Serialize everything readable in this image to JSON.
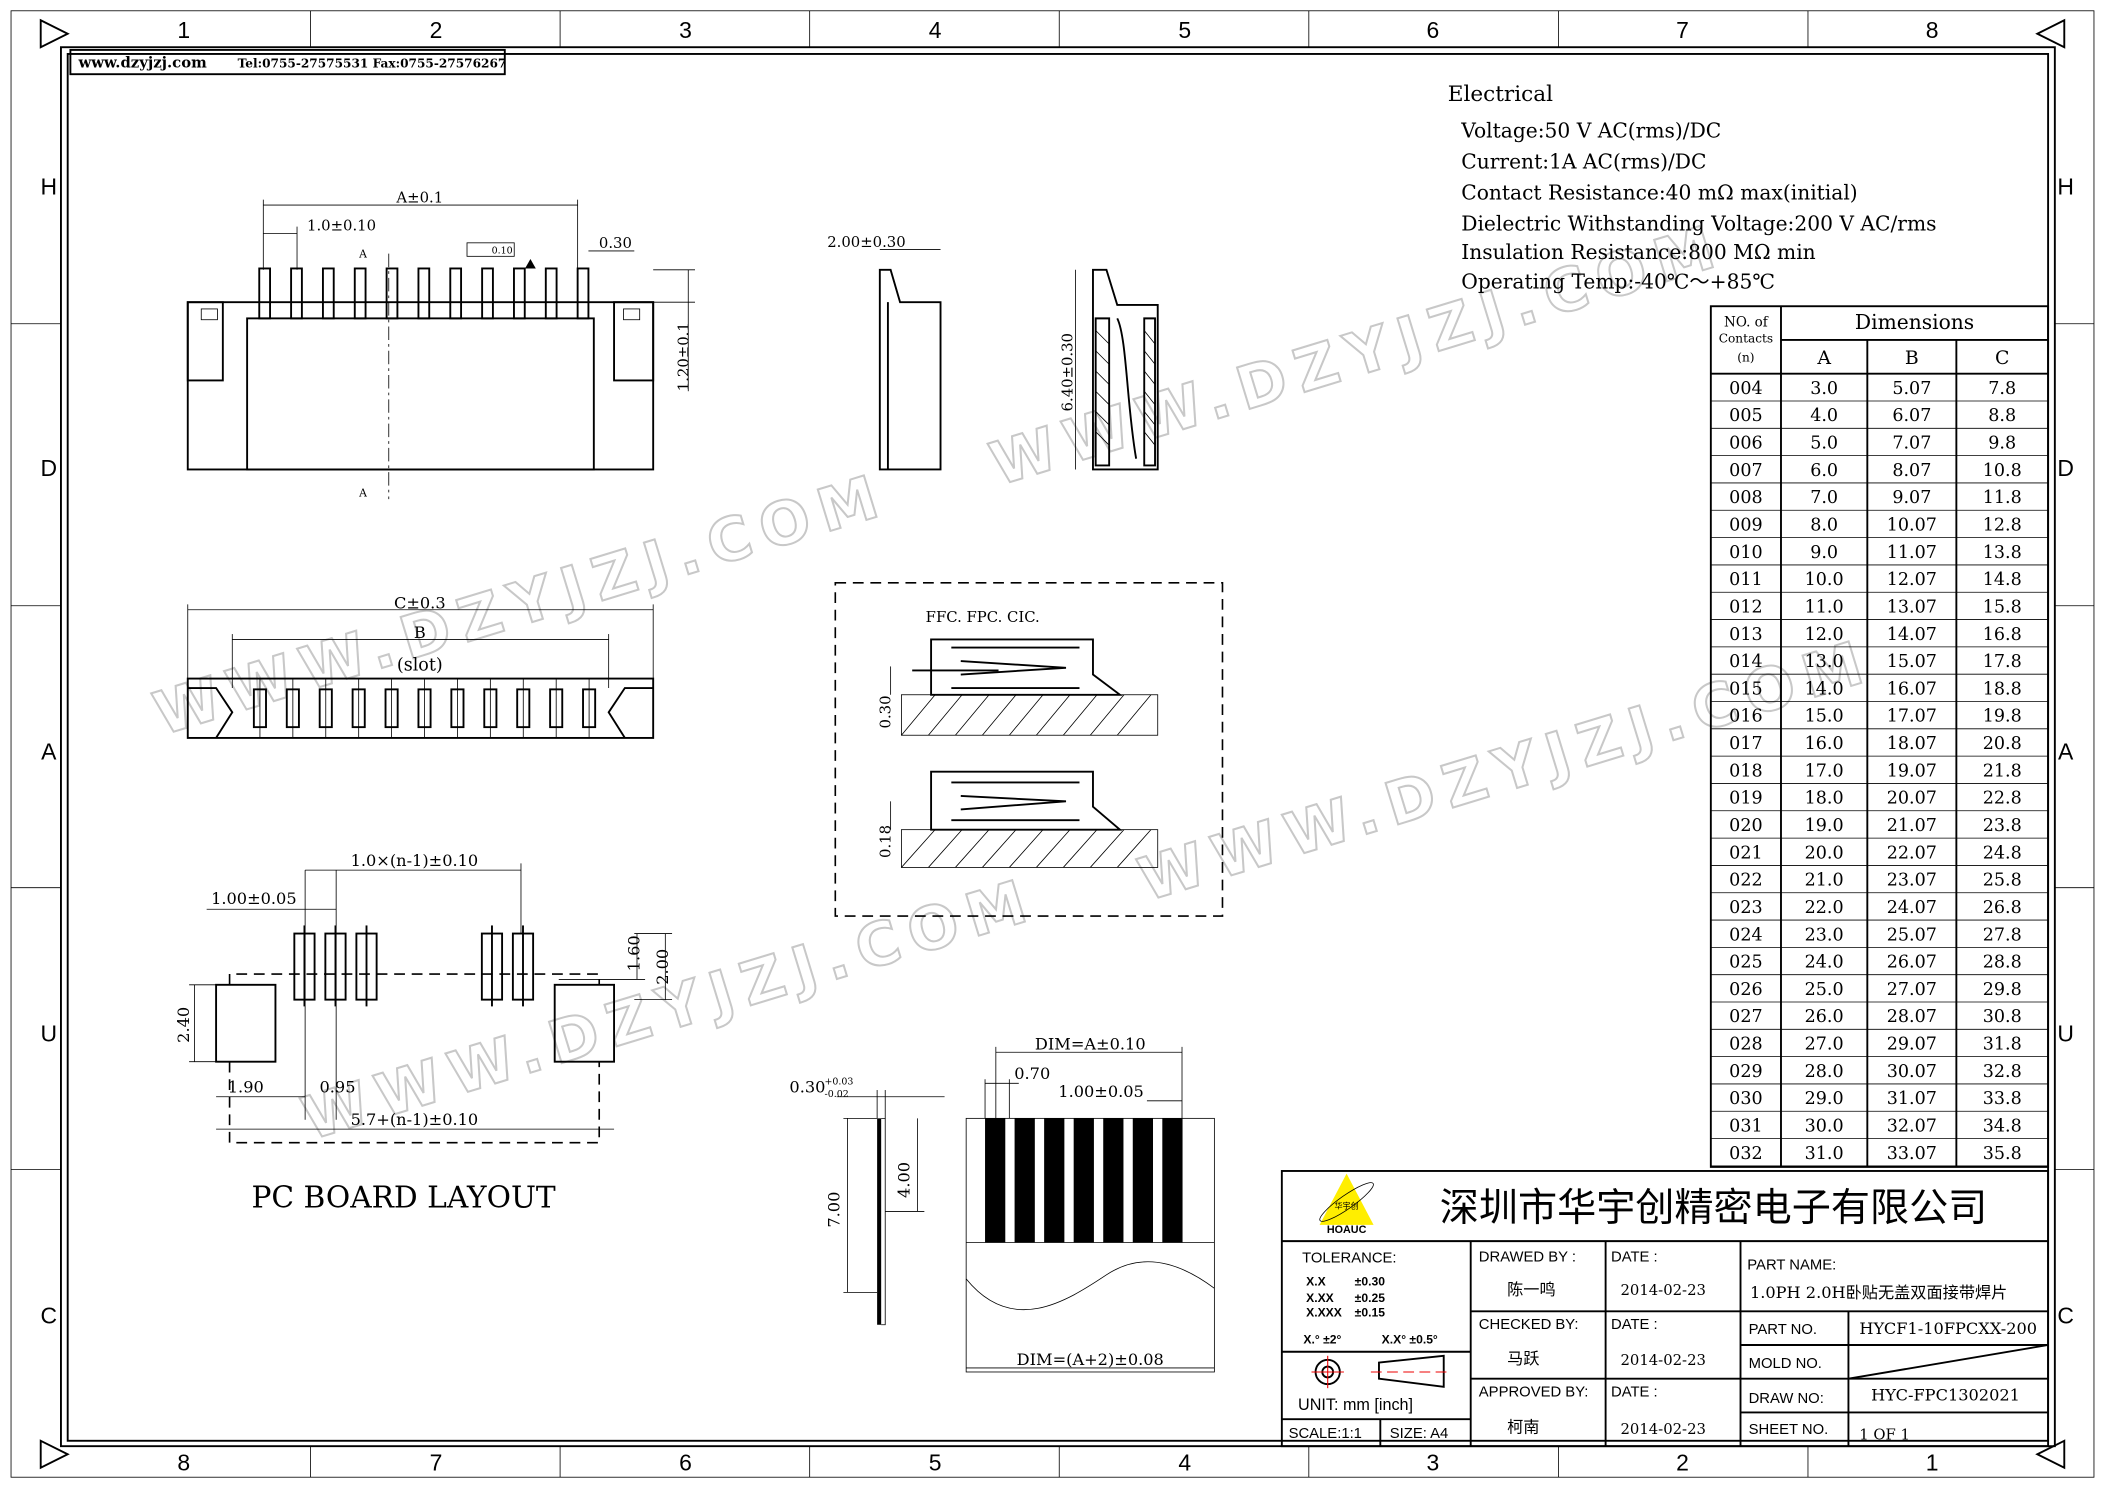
{
  "header": {
    "site": "www.dzyjzj.com",
    "contact": "Tel:0755-27575531  Fax:0755-27576267"
  },
  "grid": {
    "top_numbers": [
      "1",
      "2",
      "3",
      "4",
      "5",
      "6",
      "7",
      "8"
    ],
    "bottom_numbers": [
      "8",
      "7",
      "6",
      "5",
      "4",
      "3",
      "2",
      "1"
    ],
    "side_letters": [
      "H",
      "D",
      "A",
      "U",
      "C"
    ]
  },
  "watermark": "WWW.DZYJZJ.COM",
  "electrical": {
    "title": "Electrical",
    "lines": [
      "Voltage:50 V AC(rms)/DC",
      "Current:1A AC(rms)/DC",
      "Contact Resistance:40 mΩ  max(initial)",
      "Dielectric Withstanding Voltage:200 V AC/rms",
      "Insulation Resistance:800 MΩ  min",
      "Operating Temp:-40℃～+85℃"
    ]
  },
  "dimensions_table": {
    "header_no": [
      "NO. of",
      "Contacts",
      "(n)"
    ],
    "header_group": "Dimensions",
    "columns": [
      "A",
      "B",
      "C"
    ],
    "rows": [
      [
        "004",
        "3.0",
        "5.07",
        "7.8"
      ],
      [
        "005",
        "4.0",
        "6.07",
        "8.8"
      ],
      [
        "006",
        "5.0",
        "7.07",
        "9.8"
      ],
      [
        "007",
        "6.0",
        "8.07",
        "10.8"
      ],
      [
        "008",
        "7.0",
        "9.07",
        "11.8"
      ],
      [
        "009",
        "8.0",
        "10.07",
        "12.8"
      ],
      [
        "010",
        "9.0",
        "11.07",
        "13.8"
      ],
      [
        "011",
        "10.0",
        "12.07",
        "14.8"
      ],
      [
        "012",
        "11.0",
        "13.07",
        "15.8"
      ],
      [
        "013",
        "12.0",
        "14.07",
        "16.8"
      ],
      [
        "014",
        "13.0",
        "15.07",
        "17.8"
      ],
      [
        "015",
        "14.0",
        "16.07",
        "18.8"
      ],
      [
        "016",
        "15.0",
        "17.07",
        "19.8"
      ],
      [
        "017",
        "16.0",
        "18.07",
        "20.8"
      ],
      [
        "018",
        "17.0",
        "19.07",
        "21.8"
      ],
      [
        "019",
        "18.0",
        "20.07",
        "22.8"
      ],
      [
        "020",
        "19.0",
        "21.07",
        "23.8"
      ],
      [
        "021",
        "20.0",
        "22.07",
        "24.8"
      ],
      [
        "022",
        "21.0",
        "23.07",
        "25.8"
      ],
      [
        "023",
        "22.0",
        "24.07",
        "26.8"
      ],
      [
        "024",
        "23.0",
        "25.07",
        "27.8"
      ],
      [
        "025",
        "24.0",
        "26.07",
        "28.8"
      ],
      [
        "026",
        "25.0",
        "27.07",
        "29.8"
      ],
      [
        "027",
        "26.0",
        "28.07",
        "30.8"
      ],
      [
        "028",
        "27.0",
        "29.07",
        "31.8"
      ],
      [
        "029",
        "28.0",
        "30.07",
        "32.8"
      ],
      [
        "030",
        "29.0",
        "31.07",
        "33.8"
      ],
      [
        "031",
        "30.0",
        "32.07",
        "34.8"
      ],
      [
        "032",
        "31.0",
        "33.07",
        "35.8"
      ]
    ]
  },
  "top_view": {
    "a_dim": "A±0.1",
    "pitch": "1.0±0.10",
    "flat": "0.10",
    "t030": "0.30",
    "h120": "1.20±0.1",
    "sec_a": "A"
  },
  "side_view": {
    "w200": "2.00±0.30",
    "h640": "6.40±0.30"
  },
  "front_view": {
    "c_dim": "C±0.3",
    "b_dim": "B",
    "slot": "(slot)"
  },
  "detail": {
    "label": "FFC. FPC. CIC.",
    "d030": "0.30",
    "d018": "0.18"
  },
  "pcb": {
    "pitch_total": "1.0×(n-1)±0.10",
    "pitch": "1.00±0.05",
    "h160": "1.60",
    "h200": "2.00",
    "h240": "2.40",
    "d190": "1.90",
    "d095": "0.95",
    "total": "5.7+(n-1)±0.10",
    "title": "PC BOARD LAYOUT"
  },
  "fpc": {
    "thick": "0.30",
    "tol_plus": "+0.03",
    "tol_minus": "-0.02",
    "h700": "7.00",
    "h400": "4.00",
    "dim_a": "DIM=A±0.10",
    "w070": "0.70",
    "pitch": "1.00±0.05",
    "dim_total": "DIM=(A+2)±0.08"
  },
  "title_block": {
    "company": "深圳市华宇创精密电子有限公司",
    "logo_cn": "华宇创",
    "logo_en": "HOAUC",
    "tolerance_label": "TOLERANCE:",
    "tolerances": [
      [
        "X.X",
        "±0.30"
      ],
      [
        "X.XX",
        "±0.25"
      ],
      [
        "X.XXX",
        "±0.15"
      ]
    ],
    "angle_tol": [
      "X.° ±2°",
      "X.X° ±0.5°"
    ],
    "unit": "UNIT:  mm  [inch]",
    "scale": "SCALE:1:1",
    "size": "SIZE:  A4",
    "drawed_by_label": "DRAWED BY :",
    "drawed_by": "陈一鸣",
    "checked_by_label": "CHECKED BY:",
    "checked_by": "马跃",
    "approved_by_label": "APPROVED BY:",
    "approved_by": "柯南",
    "date_label": "DATE :",
    "dates": [
      "2014-02-23",
      "2014-02-23",
      "2014-02-23"
    ],
    "part_name_label": "PART NAME:",
    "part_name": "1.0PH 2.0H卧贴无盖双面接带焊片",
    "part_no_label": "PART NO.",
    "part_no": "HYCF1-10FPCXX-200",
    "mold_no_label": "MOLD NO.",
    "draw_no_label": "DRAW NO:",
    "draw_no": "HYC-FPC1302021",
    "sheet_no_label": "SHEET NO.",
    "sheet_no": "1 OF 1"
  }
}
